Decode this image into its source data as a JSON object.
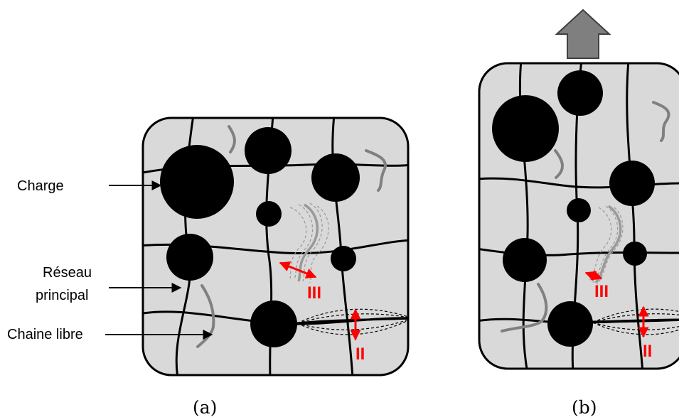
{
  "labels": {
    "charge": "Charge",
    "reseau_line1": "Réseau",
    "reseau_line2": "principal",
    "chaine_libre": "Chaine libre"
  },
  "mechanisms": {
    "left_III": "III",
    "left_II": "II",
    "right_III": "III",
    "right_II": "II"
  },
  "captions": {
    "a": "(a)",
    "b": "(b)"
  },
  "colors": {
    "matrix_fill": "#d9d9d9",
    "matrix_border": "#000000",
    "filler": "#000000",
    "free_chain": "#808080",
    "mechanism_arrow": "#ff0000",
    "stretch_arrow_fill": "#7f7f7f"
  },
  "icons": {
    "stretch_direction": "up-arrow-icon"
  }
}
